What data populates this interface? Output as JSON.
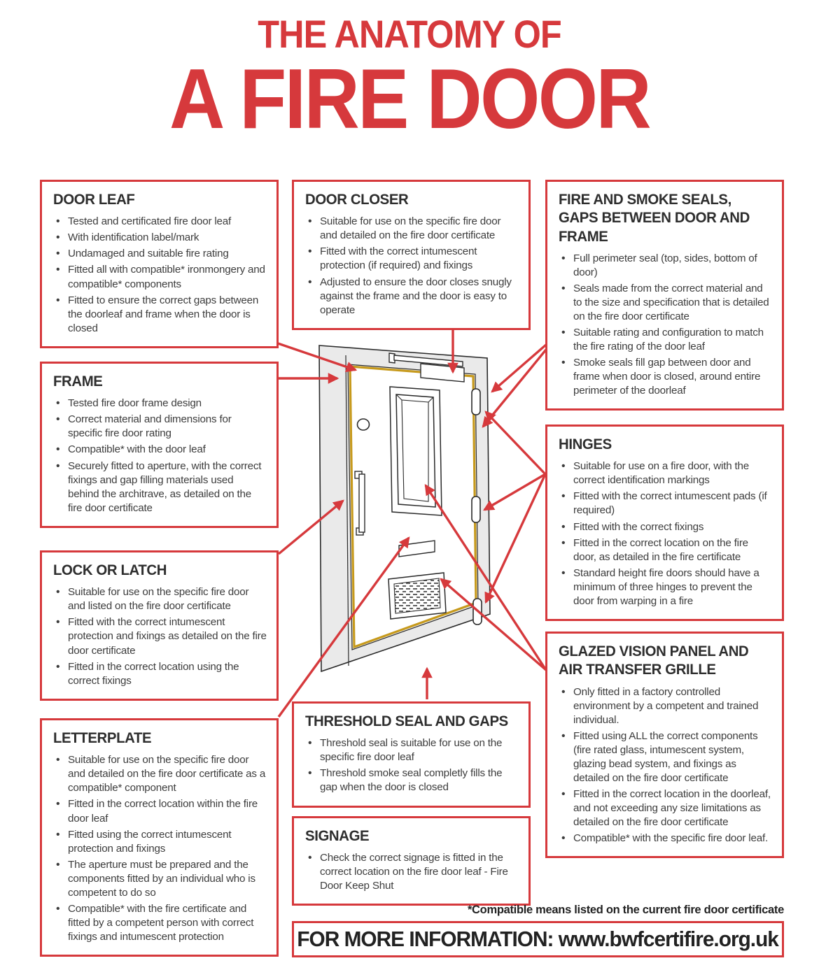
{
  "page": {
    "title_line1": "THE ANATOMY OF",
    "title_line2": "A FIRE DOOR",
    "footnote": "*Compatible means listed on the current fire door certificate",
    "footer": "FOR MORE INFORMATION: www.bwfcertifire.org.uk"
  },
  "colors": {
    "accent_red": "#d6393c",
    "seal_yellow": "#c79a1c",
    "frame_grey": "#eaeaea",
    "heading_ink": "#2e2e2e",
    "body_text": "#3d3d3d"
  },
  "diagram": {
    "parts": [
      "door-frame",
      "intumescent-seal",
      "door-closer",
      "door-knob",
      "pull-handle",
      "glazed-vision-panel",
      "letterplate",
      "air-transfer-grille",
      "hinge-top",
      "hinge-middle",
      "hinge-bottom",
      "threshold-seal"
    ]
  },
  "boxes": [
    {
      "id": "door-leaf",
      "title": "DOOR LEAF",
      "bullets": [
        "Tested and certificated fire door leaf",
        "With identification label/mark",
        "Undamaged and suitable fire rating",
        "Fitted all with compatible* ironmongery and compatible* components",
        "Fitted to ensure the correct gaps between the doorleaf and frame when the door is closed"
      ]
    },
    {
      "id": "door-closer",
      "title": "DOOR CLOSER",
      "bullets": [
        "Suitable for use on the specific fire door and detailed on the fire door certificate",
        "Fitted with the correct intumescent protection (if required) and fixings",
        "Adjusted to ensure the door closes snugly against the frame and the door is easy to operate"
      ]
    },
    {
      "id": "fire-smoke-seals",
      "title": "FIRE AND SMOKE SEALS, GAPS BETWEEN DOOR AND FRAME",
      "bullets": [
        "Full perimeter seal (top, sides, bottom of door)",
        "Seals made from the correct material and to the size and specification that is detailed on the fire door certificate",
        "Suitable rating and configuration to match the fire rating of the door leaf",
        "Smoke seals fill gap between door and frame when door is closed, around entire perimeter of the doorleaf"
      ]
    },
    {
      "id": "frame",
      "title": "FRAME",
      "bullets": [
        "Tested fire door frame design",
        "Correct material and dimensions for specific fire door rating",
        "Compatible* with the door leaf",
        "Securely fitted to aperture, with the correct fixings and gap filling materials used behind the architrave, as detailed on the fire door certificate"
      ]
    },
    {
      "id": "hinges",
      "title": "HINGES",
      "bullets": [
        "Suitable for use on a fire door, with the correct identification markings",
        "Fitted with the correct intumescent pads (if required)",
        "Fitted with the correct fixings",
        "Fitted in the correct location on the fire door, as detailed in the fire certificate",
        "Standard height fire doors should have a minimum of three hinges to prevent the door from warping in a fire"
      ]
    },
    {
      "id": "lock-or-latch",
      "title": "LOCK OR LATCH",
      "bullets": [
        "Suitable for use on the specific fire door and listed on the fire door certificate",
        "Fitted with the correct intumescent protection and fixings as detailed on the fire door certificate",
        "Fitted in the correct location using the correct fixings"
      ]
    },
    {
      "id": "glazed-vision-panel",
      "title": "GLAZED VISION PANEL AND AIR TRANSFER GRILLE",
      "bullets": [
        "Only fitted in a factory controlled environment by a competent and trained individual.",
        "Fitted using ALL the correct components (fire rated glass, intumescent system, glazing bead system, and fixings as detailed on the fire door certificate",
        "Fitted in the correct location in the doorleaf, and not exceeding any size limitations as detailed on the fire door certificate",
        "Compatible* with the specific fire door leaf."
      ]
    },
    {
      "id": "letterplate",
      "title": "LETTERPLATE",
      "bullets": [
        "Suitable for use on the specific fire door and detailed on the fire door certificate as a compatible* component",
        "Fitted in the correct location within the fire door leaf",
        "Fitted using the correct intumescent protection and fixings",
        "The aperture must be prepared and the components fitted by an individual who is competent to do so",
        "Compatible* with the fire certificate and fitted by a competent person with correct fixings and intumescent protection"
      ]
    },
    {
      "id": "threshold",
      "title": "THRESHOLD SEAL AND GAPS",
      "bullets": [
        "Threshold seal is suitable for use on the specific fire door leaf",
        "Threshold smoke seal completly fills the gap when the door is closed"
      ]
    },
    {
      "id": "signage",
      "title": "SIGNAGE",
      "bullets": [
        "Check the correct signage is fitted in the correct location on the fire door leaf - Fire Door Keep Shut"
      ]
    }
  ]
}
